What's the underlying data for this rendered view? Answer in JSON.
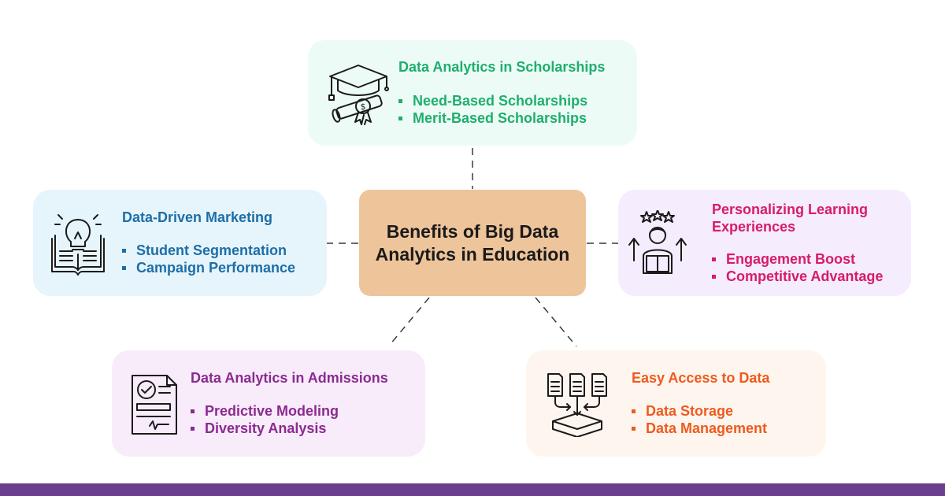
{
  "center": {
    "title": "Benefits of Big Data Analytics in Education"
  },
  "cards": {
    "scholarships": {
      "title": "Data Analytics in Scholarships",
      "items": [
        "Need-Based Scholarships",
        "Merit-Based Scholarships"
      ],
      "accent": "#1fae6e",
      "background": "#ecfbf6",
      "icon": "graduation-cap-diploma-icon"
    },
    "marketing": {
      "title": "Data-Driven Marketing",
      "items": [
        "Student Segmentation",
        "Campaign Performance"
      ],
      "accent": "#1d6ea8",
      "background": "#e6f5fc",
      "icon": "lightbulb-book-icon"
    },
    "personalizing": {
      "title": "Personalizing Learning Experiences",
      "title_lines": [
        "Personalizing Learning",
        "Experiences"
      ],
      "items": [
        "Engagement Boost",
        "Competitive Advantage"
      ],
      "accent": "#d81b6a",
      "background": "#f5ecfd",
      "icon": "student-reading-stars-icon"
    },
    "admissions": {
      "title": "Data Analytics in Admissions",
      "items": [
        "Predictive Modeling",
        "Diversity Analysis"
      ],
      "accent": "#8b2a8f",
      "background": "#f8ecfb",
      "icon": "approved-document-icon"
    },
    "access": {
      "title": "Easy Access to Data",
      "items": [
        "Data Storage",
        "Data Management"
      ],
      "accent": "#ee5a1f",
      "background": "#fef6ee",
      "icon": "documents-to-storage-icon"
    }
  },
  "footer": {
    "color": "#6b3f8d"
  }
}
